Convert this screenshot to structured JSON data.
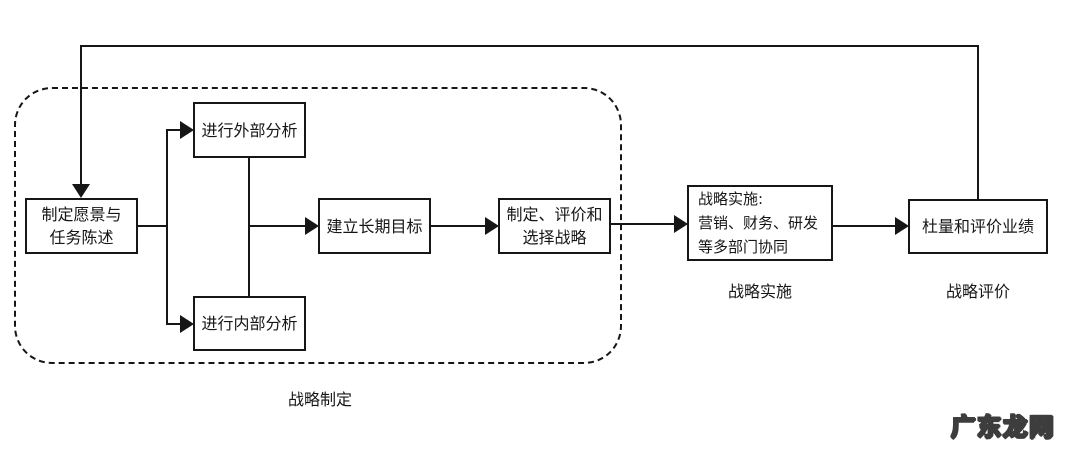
{
  "diagram": {
    "title_implicit": "strategic-management-process-flowchart",
    "colors": {
      "line": "#161616",
      "background": "#ffffff"
    },
    "nodes": {
      "vision": "制定愿景与\n任务陈述",
      "external_analysis": "进行外部分析",
      "internal_analysis": "进行内部分析",
      "long_term_objectives": "建立长期目标",
      "strategy_selection": "制定、评价和\n选择战略",
      "implementation": "战略实施:\n营销、财务、研发\n等多部门协同",
      "evaluation": "杜量和评价业绩"
    },
    "phase_labels": {
      "formulation": "战略制定",
      "implementation": "战略实施",
      "evaluation": "战略评价"
    },
    "watermark": "广东龙网"
  }
}
